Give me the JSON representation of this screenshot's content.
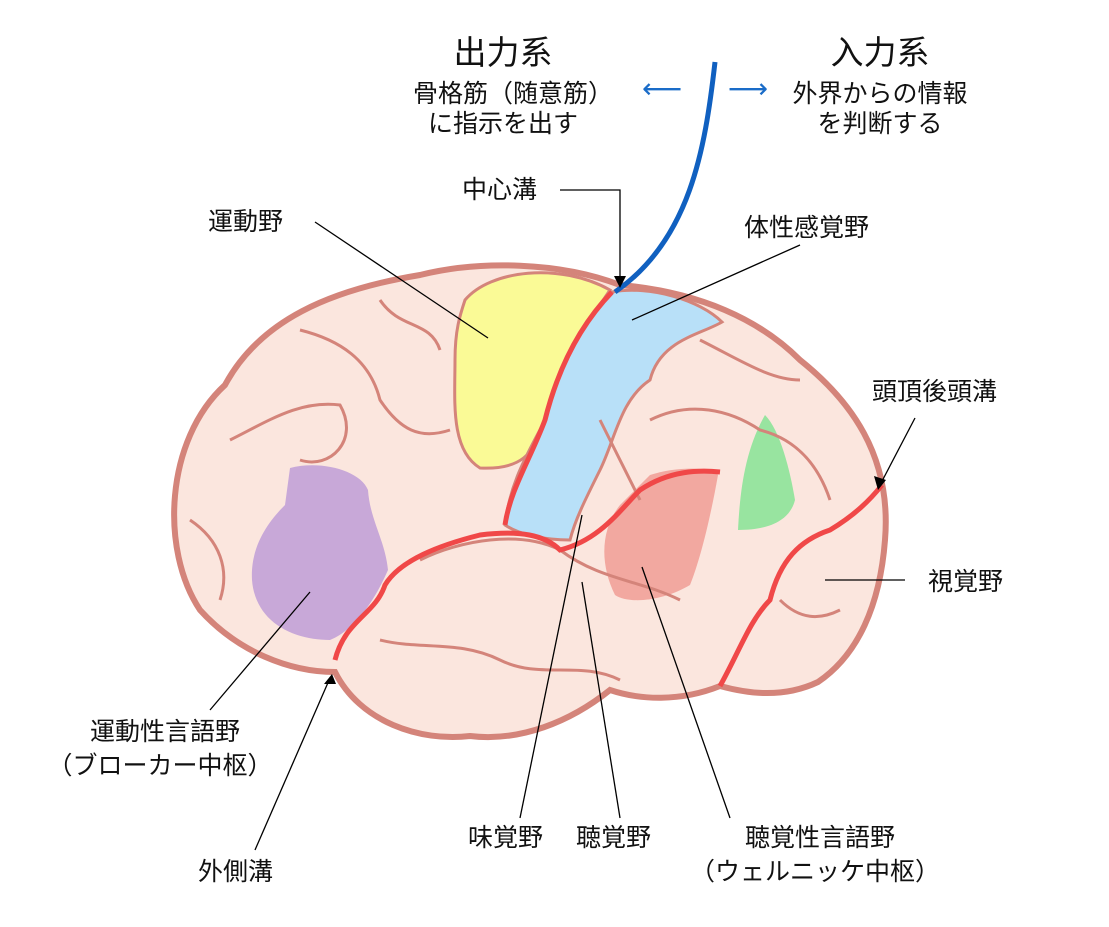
{
  "output_system": {
    "title": "出力系",
    "line1": "骨格筋（随意筋）",
    "line2": "に指示を出す"
  },
  "input_system": {
    "title": "入力系",
    "line1": "外界からの情報",
    "line2": "を判断する"
  },
  "labels": {
    "central_sulcus": "中心溝",
    "motor_area": "運動野",
    "somatosensory_area": "体性感覚野",
    "parieto_occipital_sulcus": "頭頂後頭溝",
    "visual_area": "視覚野",
    "broca_line1": "運動性言語野",
    "broca_line2": "（ブローカー中枢）",
    "lateral_sulcus": "外側溝",
    "gustatory_area": "味覚野",
    "auditory_area": "聴覚野",
    "wernicke_line1": "聴覚性言語野",
    "wernicke_line2": "（ウェルニッケ中枢）"
  },
  "colors": {
    "brain_fill": "#fbe6de",
    "brain_outline": "#d4847a",
    "motor": "#fafa96",
    "somatosensory": "#b8e0f8",
    "broca": "#c8a8d8",
    "wernicke": "#f2a8a0",
    "visual_assoc": "#98e4a0",
    "sulcus": "#f04848",
    "divider": "#1060c0"
  }
}
